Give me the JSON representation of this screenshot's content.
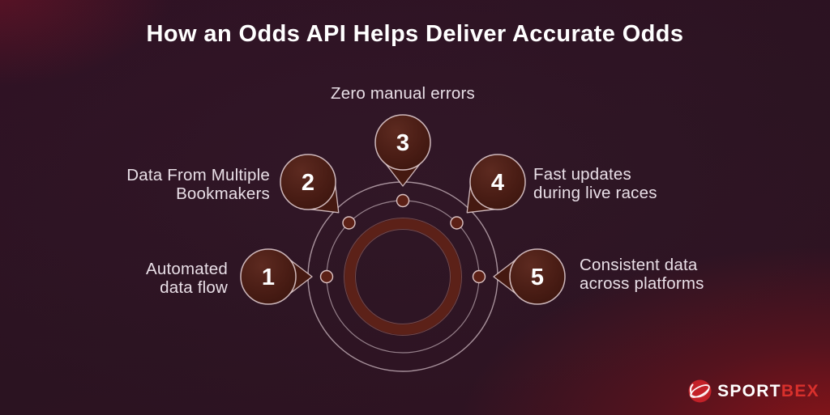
{
  "title": "How an Odds API Helps Deliver Accurate Odds",
  "diagram": {
    "items": [
      {
        "number": "1",
        "lines": [
          "Automated",
          "data flow"
        ]
      },
      {
        "number": "2",
        "lines": [
          "Data From Multiple",
          "Bookmakers"
        ]
      },
      {
        "number": "3",
        "lines": [
          "Zero manual errors"
        ]
      },
      {
        "number": "4",
        "lines": [
          "Fast updates",
          "during live races"
        ]
      },
      {
        "number": "5",
        "lines": [
          "Consistent data",
          "across platforms"
        ]
      }
    ]
  },
  "logo": {
    "sport": "SPORT",
    "bex": "BEX"
  },
  "colors": {
    "background": "#2b1221",
    "bubble_fill": "#4a1d15",
    "ring": "#5c2118",
    "circle_stroke": "#d5c1c9",
    "accent_red": "#d9302c",
    "label_text": "#e9dfe7"
  }
}
